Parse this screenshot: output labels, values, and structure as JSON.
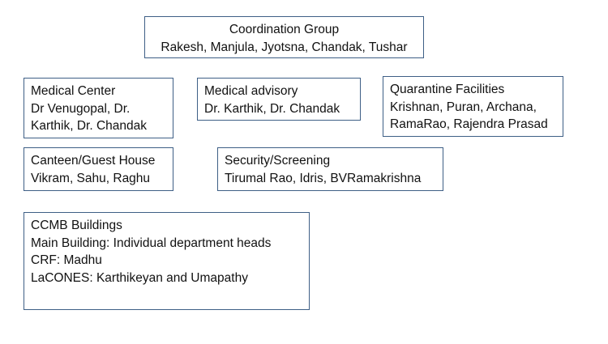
{
  "coordination": {
    "title": "Coordination Group",
    "members": "Rakesh, Manjula, Jyotsna, Chandak, Tushar"
  },
  "medical_center": {
    "lines": [
      "Medical Center",
      "Dr Venugopal, Dr.",
      "Karthik, Dr. Chandak"
    ]
  },
  "medical_advisory": {
    "lines": [
      "Medical advisory",
      "Dr. Karthik, Dr. Chandak"
    ]
  },
  "quarantine": {
    "lines": [
      "Quarantine Facilities",
      "Krishnan, Puran, Archana,",
      "RamaRao, Rajendra Prasad"
    ]
  },
  "canteen": {
    "lines": [
      "Canteen/Guest House",
      "Vikram, Sahu, Raghu"
    ]
  },
  "security": {
    "lines": [
      "Security/Screening",
      "Tirumal Rao, Idris, BVRamakrishna"
    ]
  },
  "buildings": {
    "lines": [
      "CCMB Buildings",
      "Main Building: Individual department heads",
      "CRF: Madhu",
      "LaCONES: Karthikeyan and Umapathy"
    ]
  }
}
